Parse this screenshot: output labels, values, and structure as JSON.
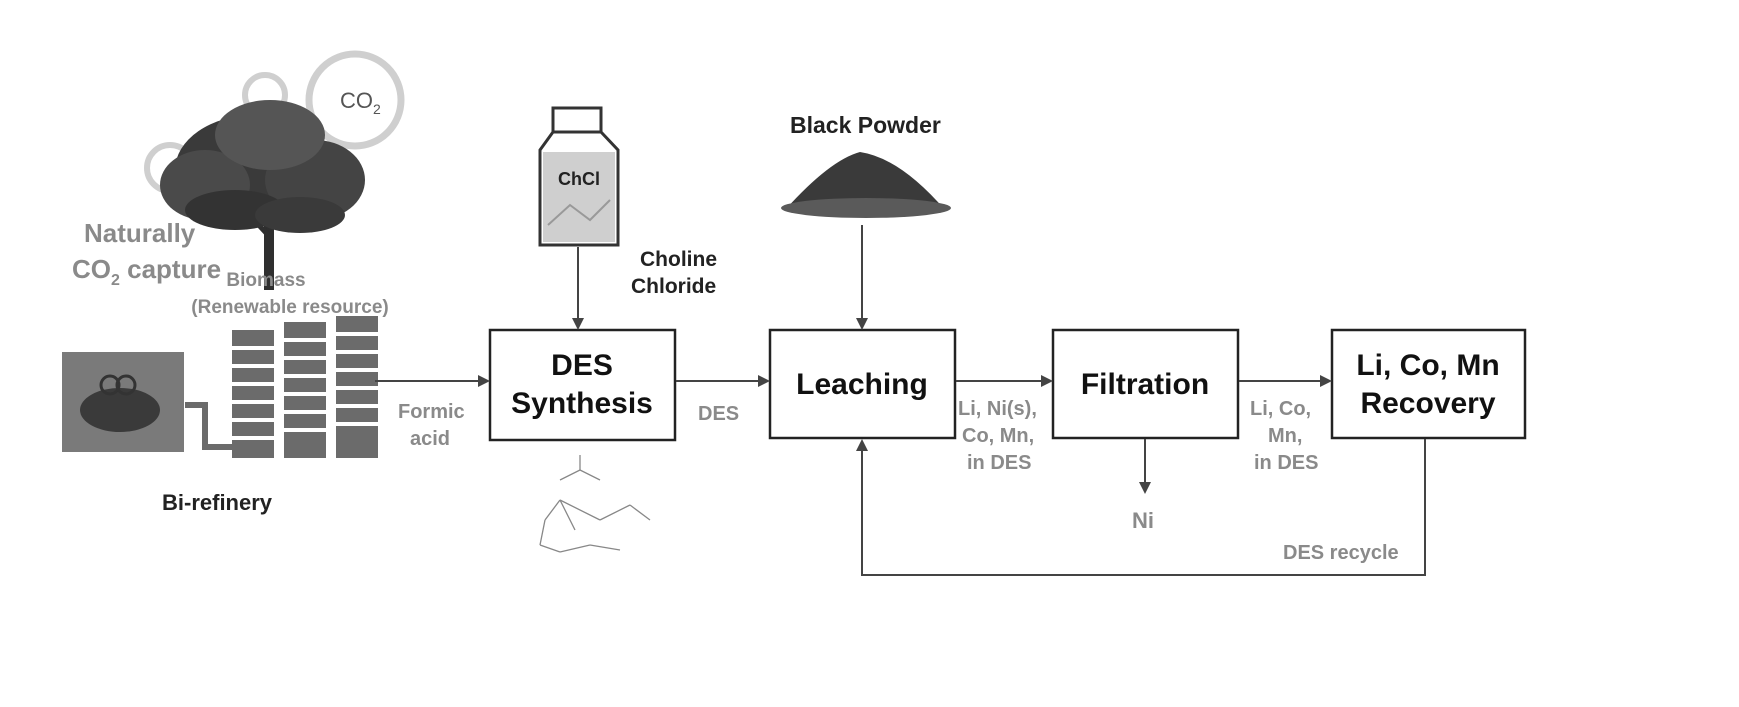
{
  "co2_bubble": {
    "label": "CO",
    "sub": "2"
  },
  "naturally_capture": {
    "line1": "Naturally",
    "line2_prefix": "CO",
    "line2_sub": "2",
    "line2_suffix": " capture"
  },
  "biomass": {
    "line1": "Biomass",
    "line2": "(Renewable resource)"
  },
  "biorefinery": {
    "label": "Bi-refinery"
  },
  "choline_bottle": {
    "label": "ChCl"
  },
  "choline_chloride": {
    "line1": "Choline",
    "line2": "Chloride"
  },
  "black_powder": {
    "label": "Black Powder"
  },
  "boxes": {
    "des_synthesis": {
      "line1": "DES",
      "line2": "Synthesis"
    },
    "leaching": {
      "label": "Leaching"
    },
    "filtration": {
      "label": "Filtration"
    },
    "recovery": {
      "line1": "Li, Co, Mn",
      "line2": "Recovery"
    }
  },
  "edges": {
    "formic_acid": {
      "line1": "Formic",
      "line2": "acid"
    },
    "des": {
      "label": "DES"
    },
    "leach_out": {
      "line1": "Li, Ni(s),",
      "line2": "Co, Mn,",
      "line3": "in DES"
    },
    "filter_out": {
      "line1": "Li, Co,",
      "line2": "Mn,",
      "line3": "in DES"
    },
    "ni": {
      "label": "Ni"
    },
    "recycle": {
      "label": "DES recycle"
    }
  },
  "colors": {
    "tree_green": "#2f2f2f",
    "powder": "#3a3a3a",
    "building": "#6b6b6b",
    "arrow": "#444444",
    "gray_text": "#8a8a8a"
  }
}
